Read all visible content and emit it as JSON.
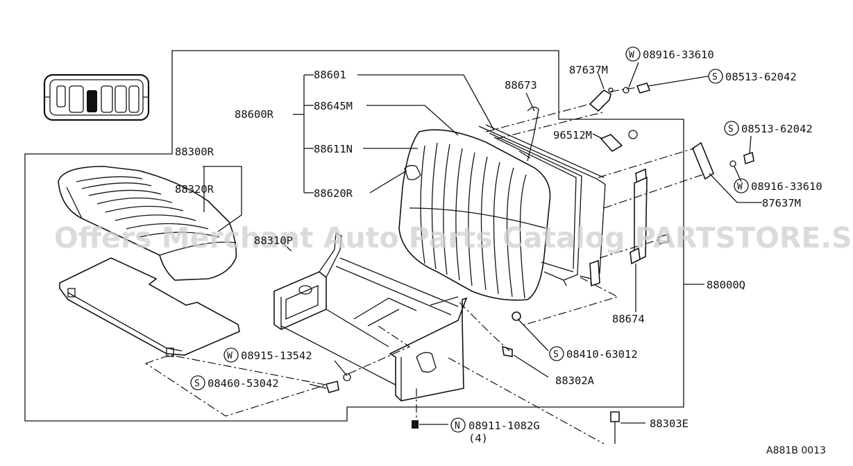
{
  "labels": {
    "p88601": "88601",
    "p88645M": "88645M",
    "p88600R": "88600R",
    "p88611N": "88611N",
    "p88620R": "88620R",
    "p88673": "88673",
    "p87637M_top": "87637M",
    "w08916_top": "08916-33610",
    "s08513_top": "08513-62042",
    "p96512M": "96512M",
    "s08513_right": "08513-62042",
    "w08916_right": "08916-33610",
    "p87637M_right": "87637M",
    "p88300R": "88300R",
    "p88320R": "88320R",
    "p88310P": "88310P",
    "p88000Q": "88000Q",
    "p88674": "88674",
    "s08410": "08410-63012",
    "w08915": "08915-13542",
    "p88302A": "88302A",
    "s08460": "08460-53042",
    "n08911": "08911-1082G",
    "qty4": "(4)",
    "p88303E": "88303E"
  },
  "prefixes": {
    "W": "W",
    "S": "S",
    "N": "N"
  },
  "watermark": "Offers Merchant Auto Parts Catalog PARTSTORE.SA",
  "reference": "A881B 0013",
  "colors": {
    "ink": "#111111",
    "watermark": "#cfcfcf",
    "background": "#ffffff"
  }
}
